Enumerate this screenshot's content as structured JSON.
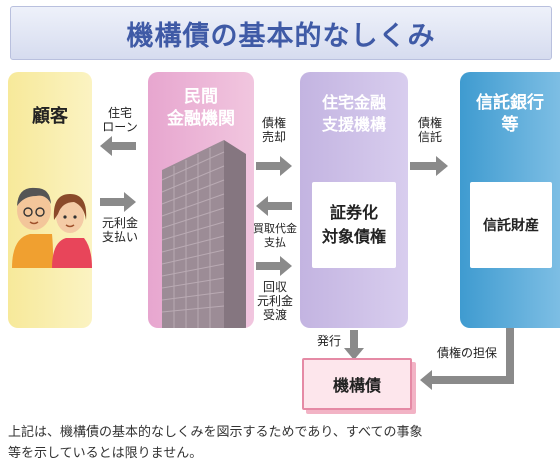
{
  "title": "機構債の基本的なしくみ",
  "columns": {
    "customer": "顧客",
    "bank_line1": "民間",
    "bank_line2": "金融機関",
    "jhf_line1": "住宅金融",
    "jhf_line2": "支援機構",
    "jhf_box_line1": "証券化",
    "jhf_box_line2": "対象債権",
    "trust_line1": "信託銀行",
    "trust_line2": "等",
    "trust_box": "信託財産"
  },
  "flows": {
    "loan_line1": "住宅",
    "loan_line2": "ローン",
    "repay_line1": "元利金",
    "repay_line2": "支払い",
    "sell_line1": "債権",
    "sell_line2": "売却",
    "price_line1": "買取代金",
    "price_line2": "支払",
    "collect_line1": "回収",
    "collect_line2": "元利金",
    "collect_line3": "受渡",
    "trust_line1": "債権",
    "trust_line2": "信託",
    "issue": "発行",
    "collateral": "債権の担保"
  },
  "bond": "機構債",
  "note_line1": "上記は、機構債の基本的なしくみを図示するためであり、すべての事象",
  "note_line2": "等を示しているとは限りません。",
  "colors": {
    "title": "#3f5aa6",
    "customer": "#f7e99a",
    "bank": "#e7a6cf",
    "jhf": "#c3b4e1",
    "trust": "#3f9bd0",
    "arrow": "#8a8a8a"
  }
}
